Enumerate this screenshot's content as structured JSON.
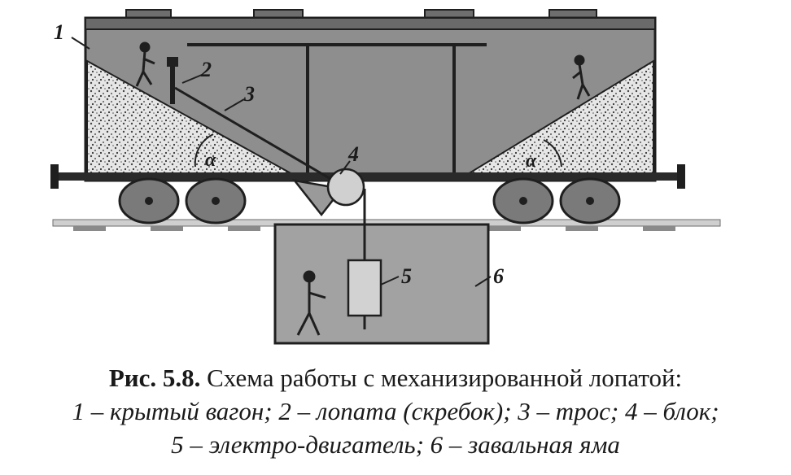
{
  "diagram": {
    "labels": {
      "l1": "1",
      "l2": "2",
      "l3": "3",
      "l4": "4",
      "l5": "5",
      "l6": "6",
      "alpha_left": "α",
      "alpha_right": "α"
    }
  },
  "caption": {
    "figure_ref": "Рис. 5.8.",
    "title": "Схема работы с механизированной лопатой:",
    "line2": "1 – крытый вагон; 2 – лопата (скребок); 3 – трос; 4 – блок;",
    "line3": "5 – электро-двигатель; 6 – завальная яма"
  },
  "colors": {
    "wagon_fill": "#8e8e8e",
    "dark_edge": "#1f1f1f",
    "pit_fill": "#a2a2a2",
    "grain_fill": "#e6e6e6",
    "wheel_fill": "#7a7a7a"
  }
}
